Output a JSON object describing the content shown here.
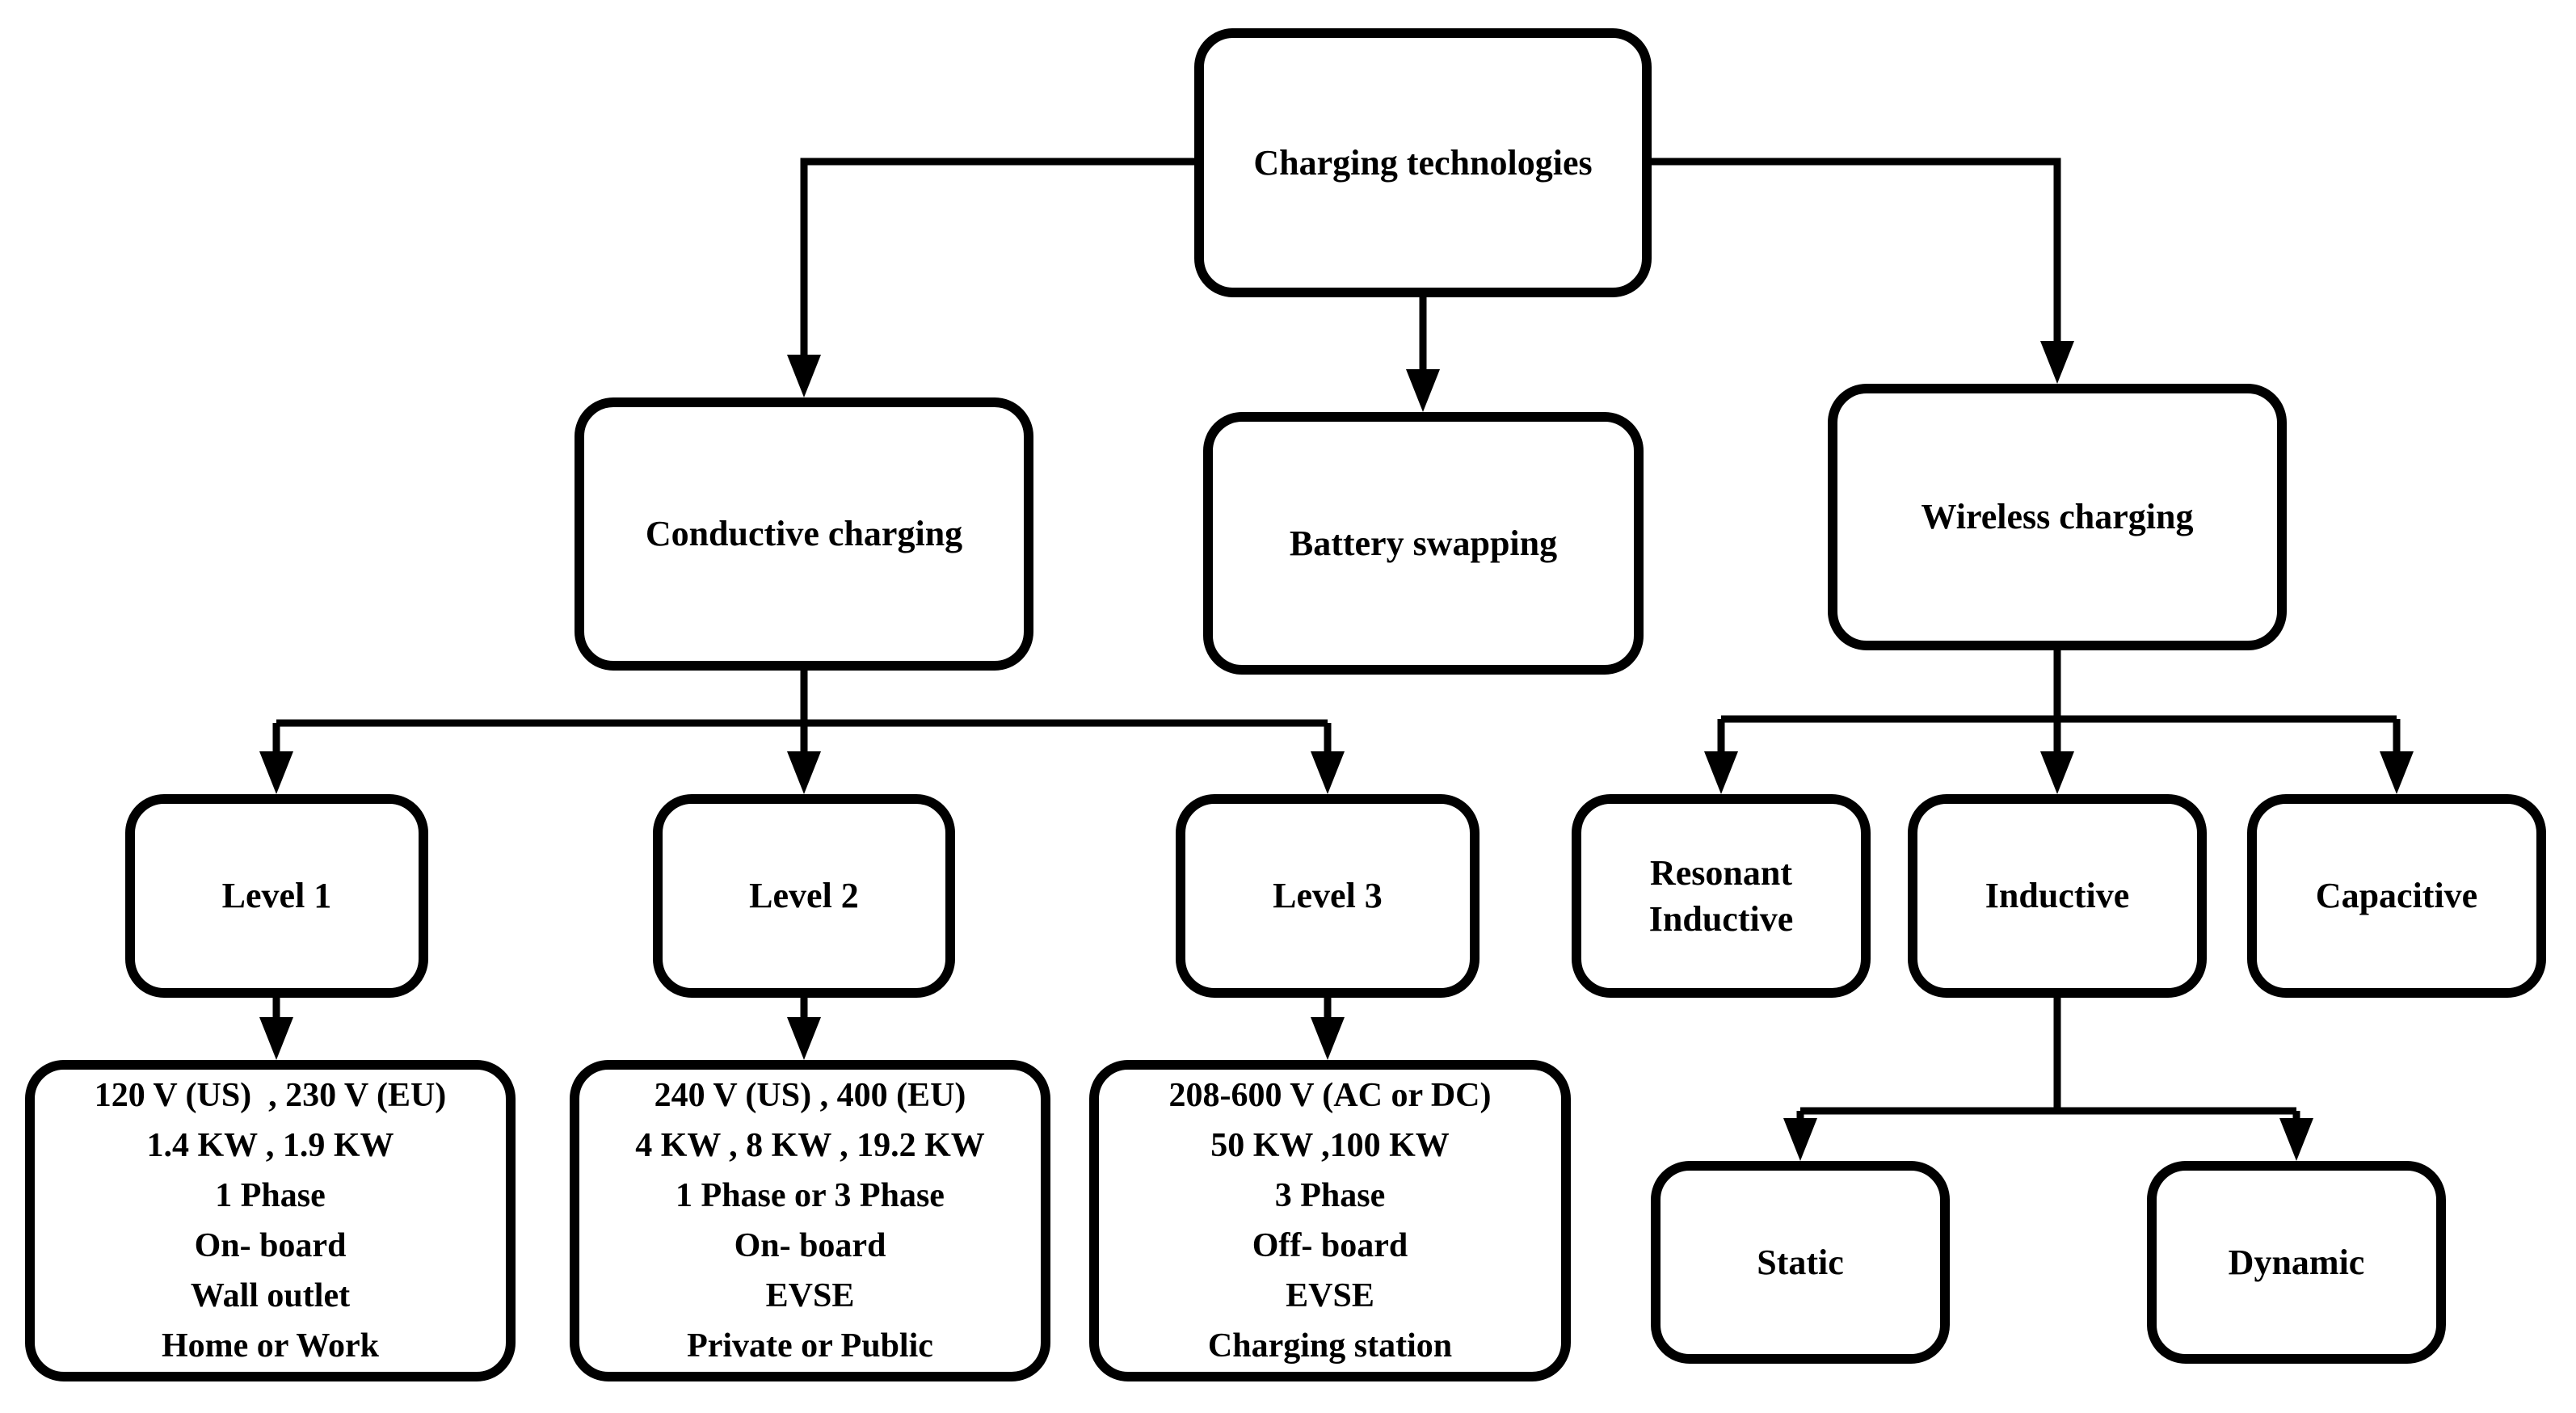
{
  "diagram": {
    "type": "flowchart",
    "background_color": "#ffffff",
    "stroke_color": "#000000",
    "text_color": "#000000",
    "nodes": {
      "root": {
        "label": "Charging technologies"
      },
      "conductive": {
        "label": "Conductive charging"
      },
      "battery": {
        "label": "Battery swapping"
      },
      "wireless": {
        "label": "Wireless charging"
      },
      "level1": {
        "label": "Level 1"
      },
      "level2": {
        "label": "Level 2"
      },
      "level3": {
        "label": "Level 3"
      },
      "resonant": {
        "label": "Resonant Inductive"
      },
      "inductive": {
        "label": "Inductive"
      },
      "capacitive": {
        "label": "Capacitive"
      },
      "static": {
        "label": "Static"
      },
      "dynamic": {
        "label": "Dynamic"
      },
      "level1_details": {
        "lines": [
          "120 V (US)  , 230 V (EU)",
          "1.4 KW , 1.9 KW",
          "1 Phase",
          "On- board",
          "Wall outlet",
          "Home or Work"
        ]
      },
      "level2_details": {
        "lines": [
          "240 V (US) , 400 (EU)",
          "4 KW , 8 KW , 19.2 KW",
          "1 Phase or 3 Phase",
          "On- board",
          "EVSE",
          "Private or Public"
        ]
      },
      "level3_details": {
        "lines": [
          "208-600 V (AC or DC)",
          "50 KW ,100 KW",
          "3 Phase",
          "Off- board",
          "EVSE",
          "Charging station"
        ]
      }
    },
    "edges": [
      [
        "root",
        "conductive"
      ],
      [
        "root",
        "battery"
      ],
      [
        "root",
        "wireless"
      ],
      [
        "conductive",
        "level1"
      ],
      [
        "conductive",
        "level2"
      ],
      [
        "conductive",
        "level3"
      ],
      [
        "level1",
        "level1_details"
      ],
      [
        "level2",
        "level2_details"
      ],
      [
        "level3",
        "level3_details"
      ],
      [
        "wireless",
        "resonant"
      ],
      [
        "wireless",
        "inductive"
      ],
      [
        "wireless",
        "capacitive"
      ],
      [
        "inductive",
        "static"
      ],
      [
        "inductive",
        "dynamic"
      ]
    ]
  }
}
